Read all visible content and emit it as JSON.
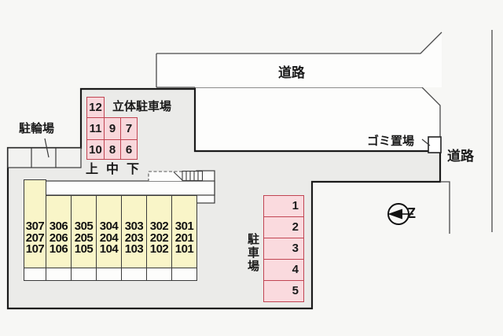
{
  "labels": {
    "road_top": "道路",
    "road_right": "道路",
    "garbage_area": "ゴミ置場",
    "bicycle_parking": "駐輪場",
    "stack_parking_title": "立体駐車場",
    "parking_lot_vertical": "駐車場",
    "compass_letter": "Z"
  },
  "stack_parking": {
    "row1": [
      "12"
    ],
    "row2": [
      "11",
      "9",
      "7"
    ],
    "row3": [
      "10",
      "8",
      "6"
    ],
    "tiers": [
      "上",
      "中",
      "下"
    ]
  },
  "building": {
    "columns": [
      {
        "rows": [
          "307",
          "207",
          "107"
        ]
      },
      {
        "rows": [
          "306",
          "206",
          "106"
        ]
      },
      {
        "rows": [
          "305",
          "205",
          "105"
        ]
      },
      {
        "rows": [
          "304",
          "204",
          "104"
        ]
      },
      {
        "rows": [
          "303",
          "203",
          "103"
        ]
      },
      {
        "rows": [
          "302",
          "202",
          "102"
        ]
      },
      {
        "rows": [
          "301",
          "201",
          "101"
        ]
      }
    ]
  },
  "lot_spaces": [
    "1",
    "2",
    "3",
    "4",
    "5"
  ],
  "colors": {
    "pink_fill": "#f8d7db",
    "pink_border": "#c14553",
    "building_yellow": "#f9f5c8",
    "property_gray": "#ebebe9",
    "line_dark": "#1a1a1a"
  }
}
